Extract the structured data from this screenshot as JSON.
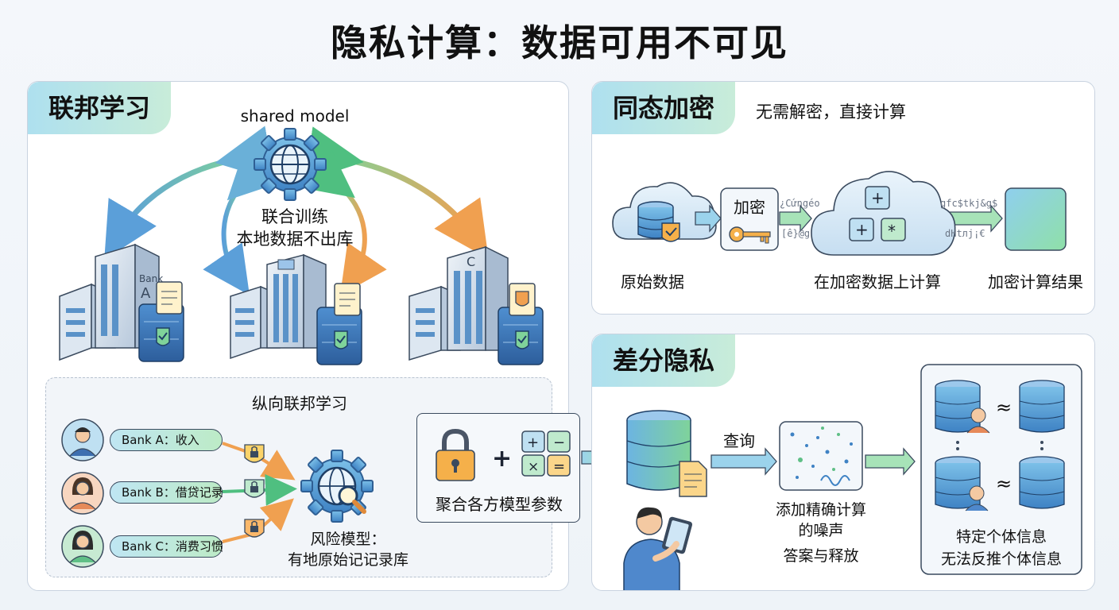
{
  "title": "隐私计算：数据可用不可见",
  "federated": {
    "tag": "联邦学习",
    "shared_model": "shared model",
    "center_line1": "联合训练",
    "center_line2": "本地数据不出库",
    "bank_a_sign_1": "Bank",
    "bank_a_sign_2": "A",
    "bank_c_sign": "C",
    "vertical_title": "纵向联邦学习",
    "vertical_items": [
      "Bank A：收入",
      "Bank B：借贷记录",
      "Bank C：消费习惯"
    ],
    "risk_line1": "风险模型：",
    "risk_line2": "有地原始记记录库"
  },
  "aggregate": {
    "label": "聚合各方模型参数"
  },
  "homomorphic": {
    "tag": "同态加密",
    "subtitle": "无需解密，直接计算",
    "encrypt_label": "加密",
    "cipher_top_left": "¿Cứngéo",
    "cipher_bottom_left": "[ê}@g",
    "cipher_top_right": "gfc$tkj&g$",
    "cipher_bottom_right": "dHtлj¡€",
    "raw_data": "原始数据",
    "compute_on_encrypted": "在加密数据上计算",
    "encrypted_result": "加密计算结果"
  },
  "differential": {
    "tag": "差分隐私",
    "query": "查询",
    "noise_line1": "添加精确计算",
    "noise_line2": "的噪声",
    "release": "答案与释放",
    "approx": "≈",
    "result_line1": "特定个体信息",
    "result_line2": "无法反推个体信息"
  },
  "colors": {
    "accent_blue": "#5b9fd9",
    "accent_green": "#6fcf8f",
    "accent_orange": "#f0a050",
    "border": "#3a4a5e"
  },
  "icons": [
    "globe-gear-icon",
    "building-icon",
    "server-shield-icon",
    "document-icon",
    "cloud-database-icon",
    "key-icon",
    "cloud-calculator-icon",
    "lock-icon",
    "calculator-icon",
    "database-icon",
    "person-tablet-icon",
    "noise-icon",
    "person-avatar-icon",
    "padlock-badge-icon",
    "magnifier-gear-icon"
  ]
}
